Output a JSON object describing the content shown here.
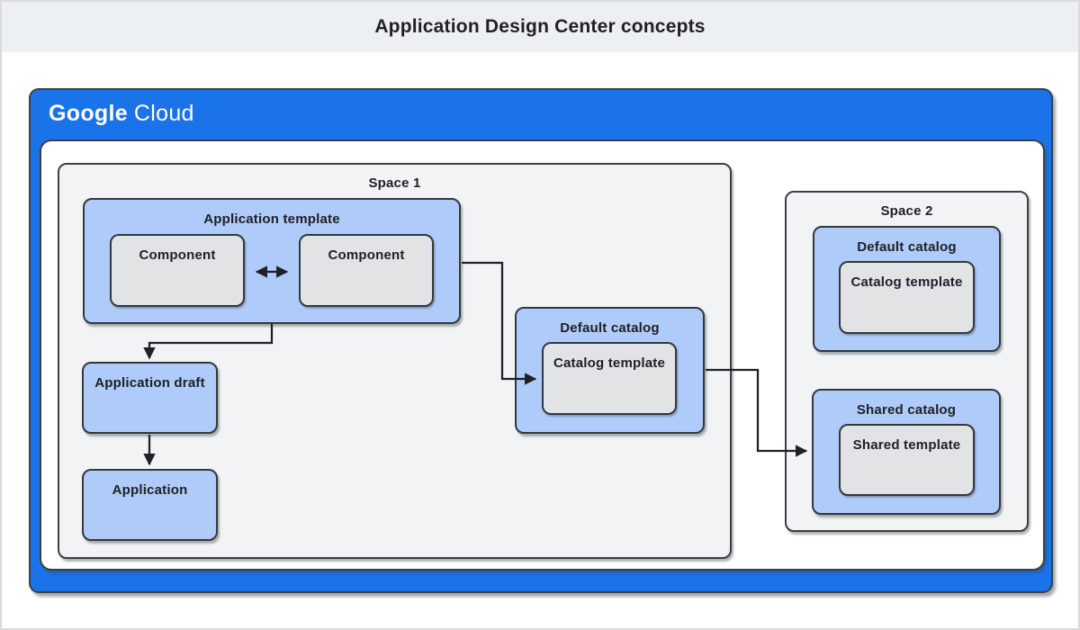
{
  "title": "Application Design Center concepts",
  "brand": {
    "google": "Google",
    "cloud": "Cloud"
  },
  "space1": {
    "label": "Space 1",
    "app_template": {
      "label": "Application template",
      "components": [
        "Component",
        "Component"
      ]
    },
    "app_draft_label": "Application draft",
    "application_label": "Application",
    "default_catalog": {
      "label": "Default catalog",
      "catalog_template_label": "Catalog template"
    }
  },
  "space2": {
    "label": "Space 2",
    "default_catalog": {
      "label": "Default catalog",
      "catalog_template_label": "Catalog template"
    },
    "shared_catalog": {
      "label": "Shared catalog",
      "shared_template_label": "Shared template"
    }
  },
  "colors": {
    "google_blue": "#1a73e8",
    "node_blue": "#aecbfa",
    "node_gray": "#e1e3e5",
    "space_gray": "#f1f3f4",
    "band_gray": "#edf0f2",
    "ink": "#202124",
    "line": "#3c4043"
  }
}
